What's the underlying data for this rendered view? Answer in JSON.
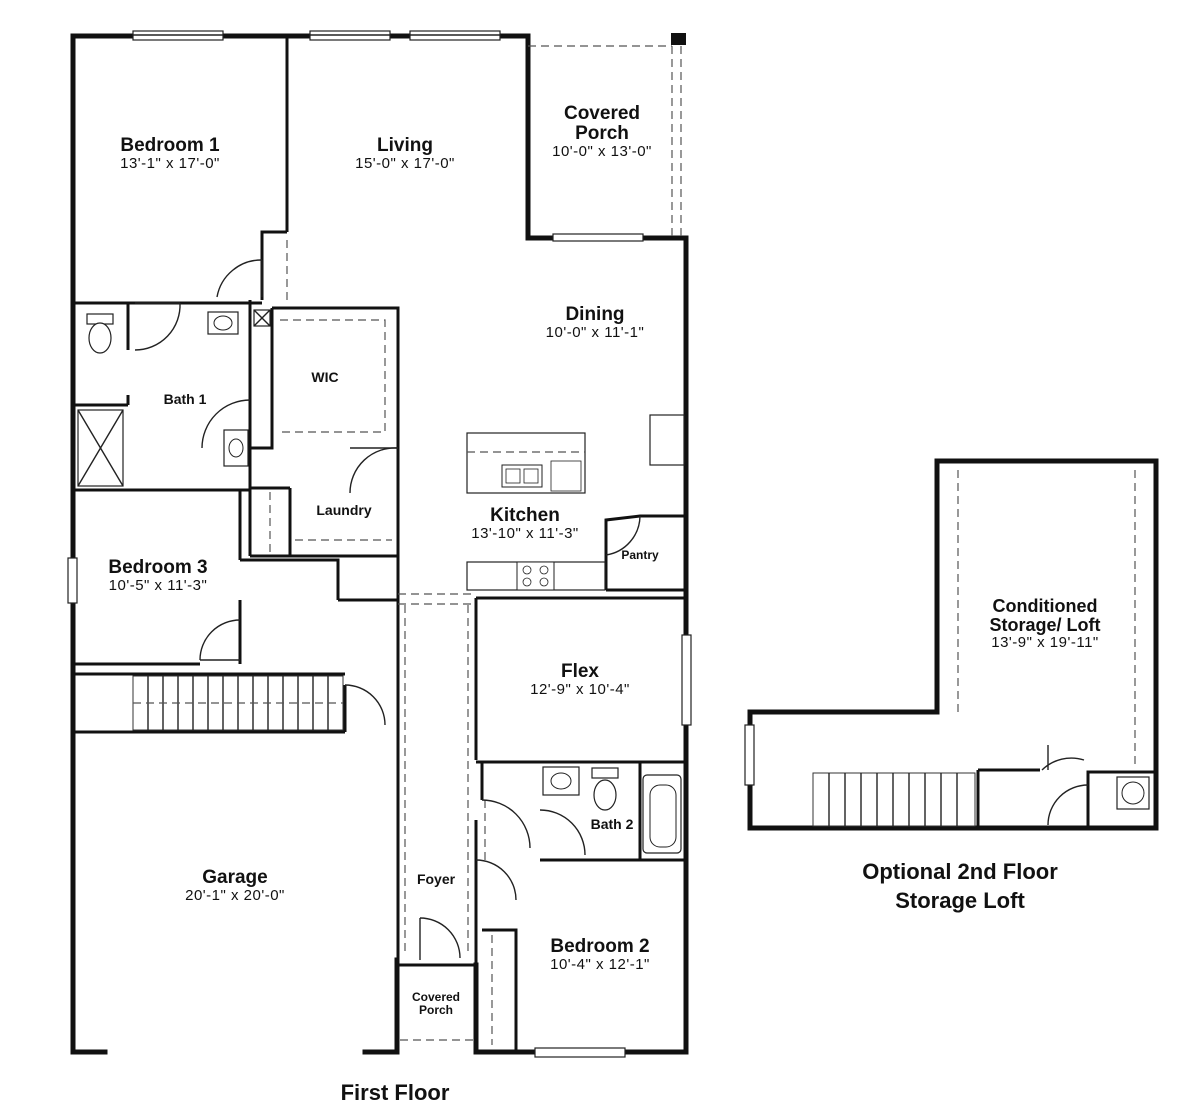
{
  "rooms": {
    "bedroom1": {
      "name": "Bedroom 1",
      "dim": "13'-1\" x 17'-0\""
    },
    "living": {
      "name": "Living",
      "dim": "15'-0\" x 17'-0\""
    },
    "covered_porch_rear": {
      "name_line1": "Covered",
      "name_line2": "Porch",
      "dim": "10'-0\" x 13'-0\""
    },
    "dining": {
      "name": "Dining",
      "dim": "10'-0\" x 11'-1\""
    },
    "bath1": {
      "name": "Bath 1"
    },
    "wic": {
      "name": "WIC"
    },
    "laundry": {
      "name": "Laundry"
    },
    "kitchen": {
      "name": "Kitchen",
      "dim": "13'-10\" x 11'-3\""
    },
    "pantry": {
      "name": "Pantry"
    },
    "bedroom3": {
      "name": "Bedroom 3",
      "dim": "10'-5\" x 11'-3\""
    },
    "flex": {
      "name": "Flex",
      "dim": "12'-9\" x 10'-4\""
    },
    "bath2": {
      "name": "Bath 2"
    },
    "garage": {
      "name": "Garage",
      "dim": "20'-1\" x 20'-0\""
    },
    "foyer": {
      "name": "Foyer"
    },
    "covered_porch_front": {
      "name_line1": "Covered",
      "name_line2": "Porch"
    },
    "bedroom2": {
      "name": "Bedroom 2",
      "dim": "10'-4\" x 12'-1\""
    },
    "loft": {
      "name_line1": "Conditioned",
      "name_line2": "Storage/ Loft",
      "dim": "13'-9\" x 19'-11\""
    }
  },
  "captions": {
    "first_floor": "First Floor",
    "second_floor_line1": "Optional 2nd Floor",
    "second_floor_line2": "Storage Loft"
  }
}
